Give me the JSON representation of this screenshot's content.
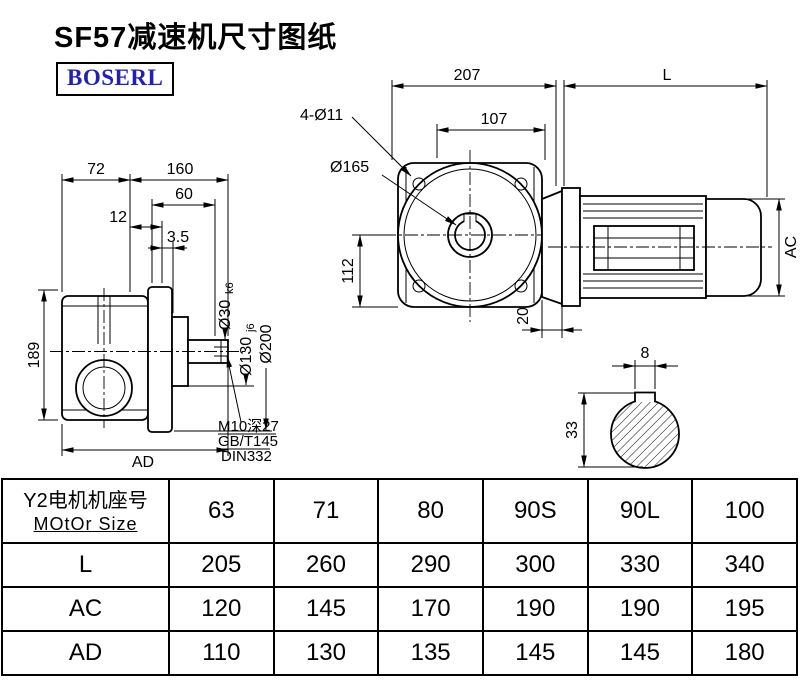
{
  "title": "SF57减速机尺寸图纸",
  "brand": "BOSERL",
  "dims": {
    "d207": "207",
    "dL": "L",
    "d4xo11": "4-Ø11",
    "d107": "107",
    "o165": "Ø165",
    "d72": "72",
    "d160": "160",
    "d60": "60",
    "d12": "12",
    "d3_5": "3.5",
    "d112": "112",
    "d189": "189",
    "o30": "Ø30",
    "o30_fit": "k6",
    "o130": "Ø130",
    "o130_fit": "j6",
    "o200": "Ø200",
    "d20": "20",
    "dAC": "AC",
    "dAD": "AD",
    "thread_note1": "M10深27",
    "thread_note2": "GB/T145",
    "thread_note3": "DIN332",
    "d8": "8",
    "d33": "33"
  },
  "table": {
    "motor_header_cn": "Y2电机机座号",
    "motor_header_en": "MOtOr Size",
    "sizes": [
      "63",
      "71",
      "80",
      "90S",
      "90L",
      "100"
    ],
    "rows": [
      {
        "label": "L",
        "values": [
          "205",
          "260",
          "290",
          "300",
          "330",
          "340"
        ]
      },
      {
        "label": "AC",
        "values": [
          "120",
          "145",
          "170",
          "190",
          "190",
          "195"
        ]
      },
      {
        "label": "AD",
        "values": [
          "110",
          "130",
          "135",
          "145",
          "145",
          "180"
        ]
      }
    ]
  }
}
